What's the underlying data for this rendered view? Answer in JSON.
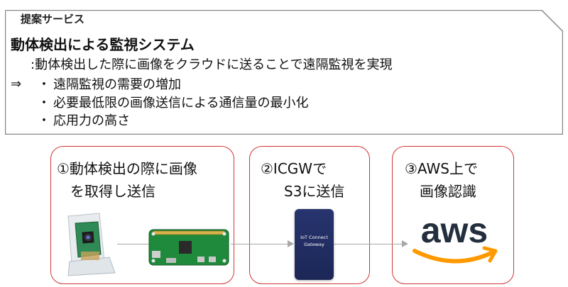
{
  "proposal": {
    "tab_label": "提案サービス",
    "title": "動体検出による監視システム",
    "description": ":動体検出した際に画像をクラウドに送ることで遠隔監視を実現",
    "arrow": "⇒",
    "bullet_mark": "・",
    "benefits": [
      "遠隔監視の需要の増加",
      "必要最低限の画像送信による通信量の最小化",
      "応用力の高さ"
    ]
  },
  "steps": [
    {
      "line1": "①動体検出の際に画像",
      "line2": "を取得し送信"
    },
    {
      "line1": "②ICGWで",
      "line2": "S3に送信"
    },
    {
      "line1": "③AWS上で",
      "line2": "画像認識"
    }
  ],
  "gateway": {
    "line1": "IoT Connect",
    "line2": "Gateway"
  },
  "aws_logo": {
    "text": "aws",
    "text_color": "#232f3e",
    "smile_color": "#ff9900"
  },
  "colors": {
    "card_border": "#d23434",
    "frame": "#888888",
    "arrow": "#a8a8a8",
    "gateway": "#1f2a5c"
  }
}
